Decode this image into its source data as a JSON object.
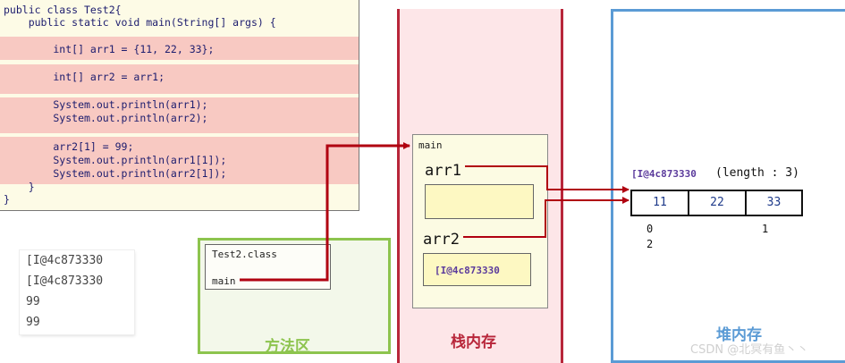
{
  "code": {
    "lines": [
      "public class Test2{",
      "    public static void main(String[] args) {",
      "        int[] arr1 = {11, 22, 33};",
      "        int[] arr2 = arr1;",
      "        System.out.println(arr1);",
      "        System.out.println(arr2);",
      "        arr2[1] = 99;",
      "        System.out.println(arr1[1]);",
      "        System.out.println(arr2[1]);",
      "    }",
      "}"
    ]
  },
  "console": {
    "lines": [
      "[I@4c873330",
      "[I@4c873330",
      "99",
      "99"
    ]
  },
  "method_area": {
    "label": "方法区",
    "class_name": "Test2.class",
    "method_name": "main"
  },
  "stack": {
    "label": "栈内存",
    "frame_label": "main",
    "var1": "arr1",
    "var2": "arr2",
    "var2_value": "[I@4c873330"
  },
  "heap": {
    "label": "堆内存",
    "array_address": "[I@4c873330",
    "length_text": "(length : 3)",
    "values": [
      "11",
      "22",
      "33"
    ],
    "index_0": "0",
    "index_1": "1",
    "index_2": "2"
  },
  "watermark": "CSDN @北冥有鱼丶丶",
  "colors": {
    "arrow": "#b00010",
    "stack_border": "#b8263a",
    "method_border": "#8dc44e",
    "heap_border": "#5b9bd5",
    "highlight": "#f8c9c2"
  }
}
